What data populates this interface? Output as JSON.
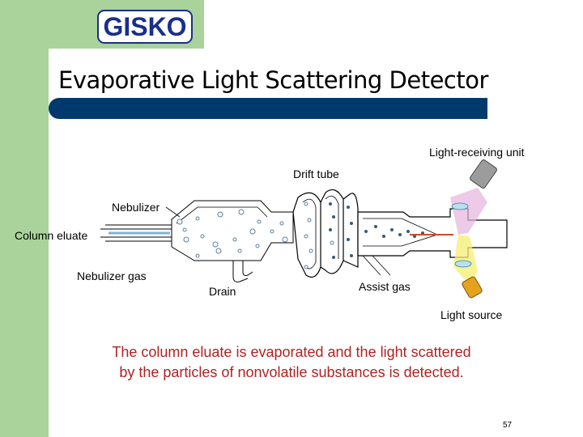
{
  "logo_text": "GISKO",
  "title": "Evaporative Light Scattering Detector",
  "labels": {
    "light_receiving_unit": "Light-receiving unit",
    "drift_tube": "Drift tube",
    "nebulizer": "Nebulizer",
    "column_eluate": "Column eluate",
    "nebulizer_gas": "Nebulizer gas",
    "drain": "Drain",
    "assist_gas": "Assist gas",
    "light_source": "Light source"
  },
  "caption": {
    "line1": "The column eluate is evaporated and the light scattered",
    "line2": "by the particles of nonvolatile substances is detected."
  },
  "page_number": "57",
  "colors": {
    "green_band": "#a9d39a",
    "title_bar": "#003a6c",
    "caption_text": "#b22222",
    "logo_text": "#1a2f8a"
  }
}
